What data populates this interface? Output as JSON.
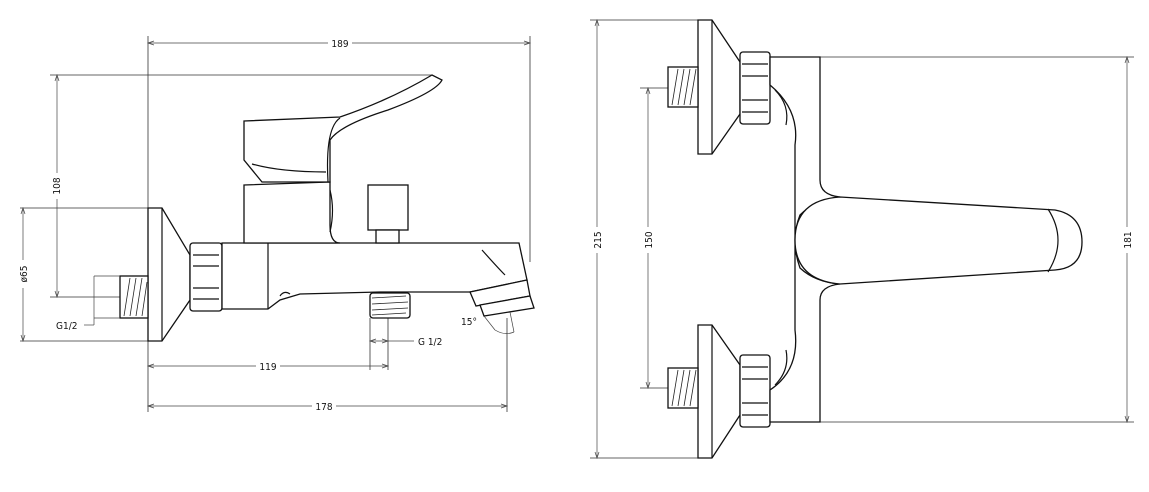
{
  "side_view": {
    "dim_top": "189",
    "dim_height": "108",
    "dim_diameter": "ø65",
    "dim_thread_wall": "G1/2",
    "dim_angle": "15°",
    "dim_thread_outlet": "G 1/2",
    "dim_outlet_distance": "119",
    "dim_total_depth": "178"
  },
  "front_view": {
    "dim_total_height": "215",
    "dim_spacing": "150",
    "dim_body_height": "181"
  }
}
